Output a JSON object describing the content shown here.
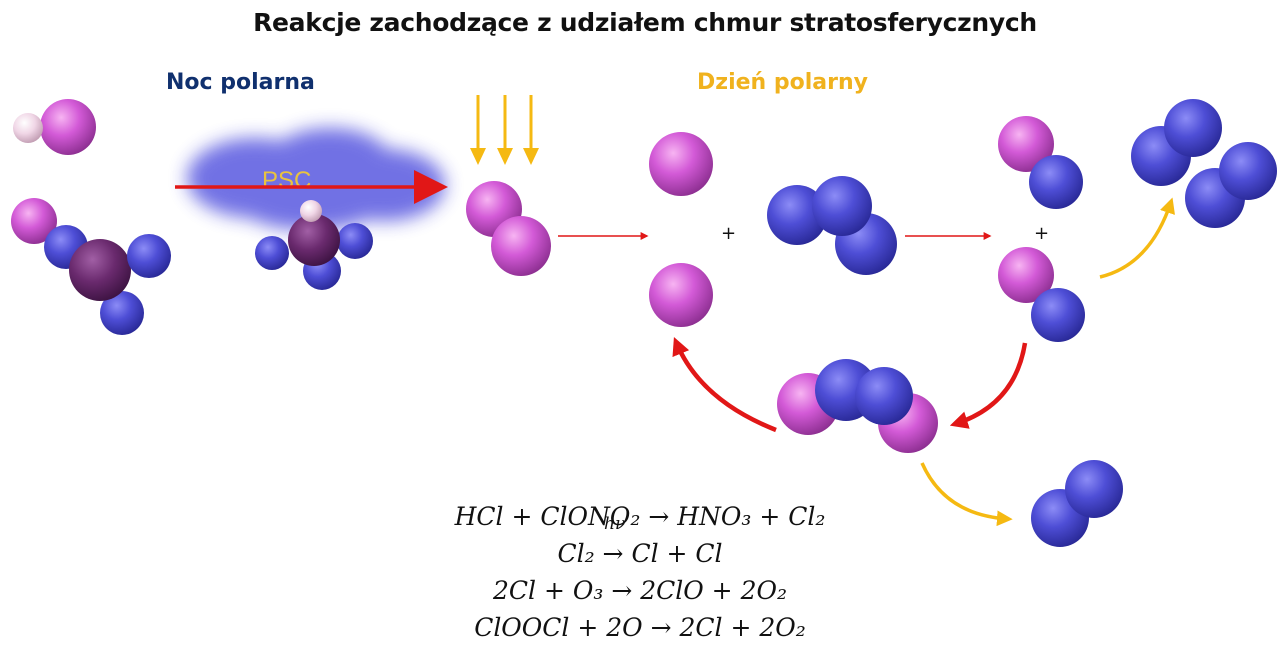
{
  "title": "Reakcje zachodzące z udziałem chmur stratosferycznych",
  "labels": {
    "polar_night": "Noc polarna",
    "polar_day": "Dzień polarny",
    "cloud": "PSC",
    "plus": "+"
  },
  "equations": [
    "HCl + ClONO₂ → HNO₃ + Cl₂",
    "Cl₂ → Cl + Cl",
    "2Cl + O₃ → 2ClO + 2O₂",
    "ClOOCl + 2O → 2Cl + 2O₂"
  ],
  "equation_annotation": "hν",
  "colors": {
    "chlorine": "#d35ad7",
    "oxygen": "#4e4ed6",
    "nitrogen": "#6a2a6e",
    "hydrogen": "#f0d6e6",
    "cloud": "#6b6be3",
    "reaction_arrow": "#e11717",
    "light_arrow": "#f5b912",
    "title": "#111111",
    "polar_night": "#10306e",
    "polar_day": "#f0b21e"
  }
}
